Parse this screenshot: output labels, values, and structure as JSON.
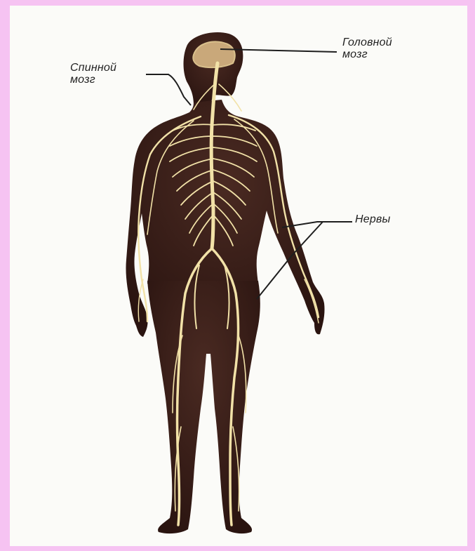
{
  "labels": {
    "spinal_cord": {
      "line1": "Спинной",
      "line2": "мозг"
    },
    "brain": {
      "line1": "Головной",
      "line2": "мозг"
    },
    "nerves": {
      "text": "Нервы"
    }
  },
  "colors": {
    "outer_border": "#f6c3f2",
    "background": "#fbfbf8",
    "body": "#3a1f1a",
    "nerves": "#f2e2a8",
    "leader_lines": "#1e1e1e"
  }
}
